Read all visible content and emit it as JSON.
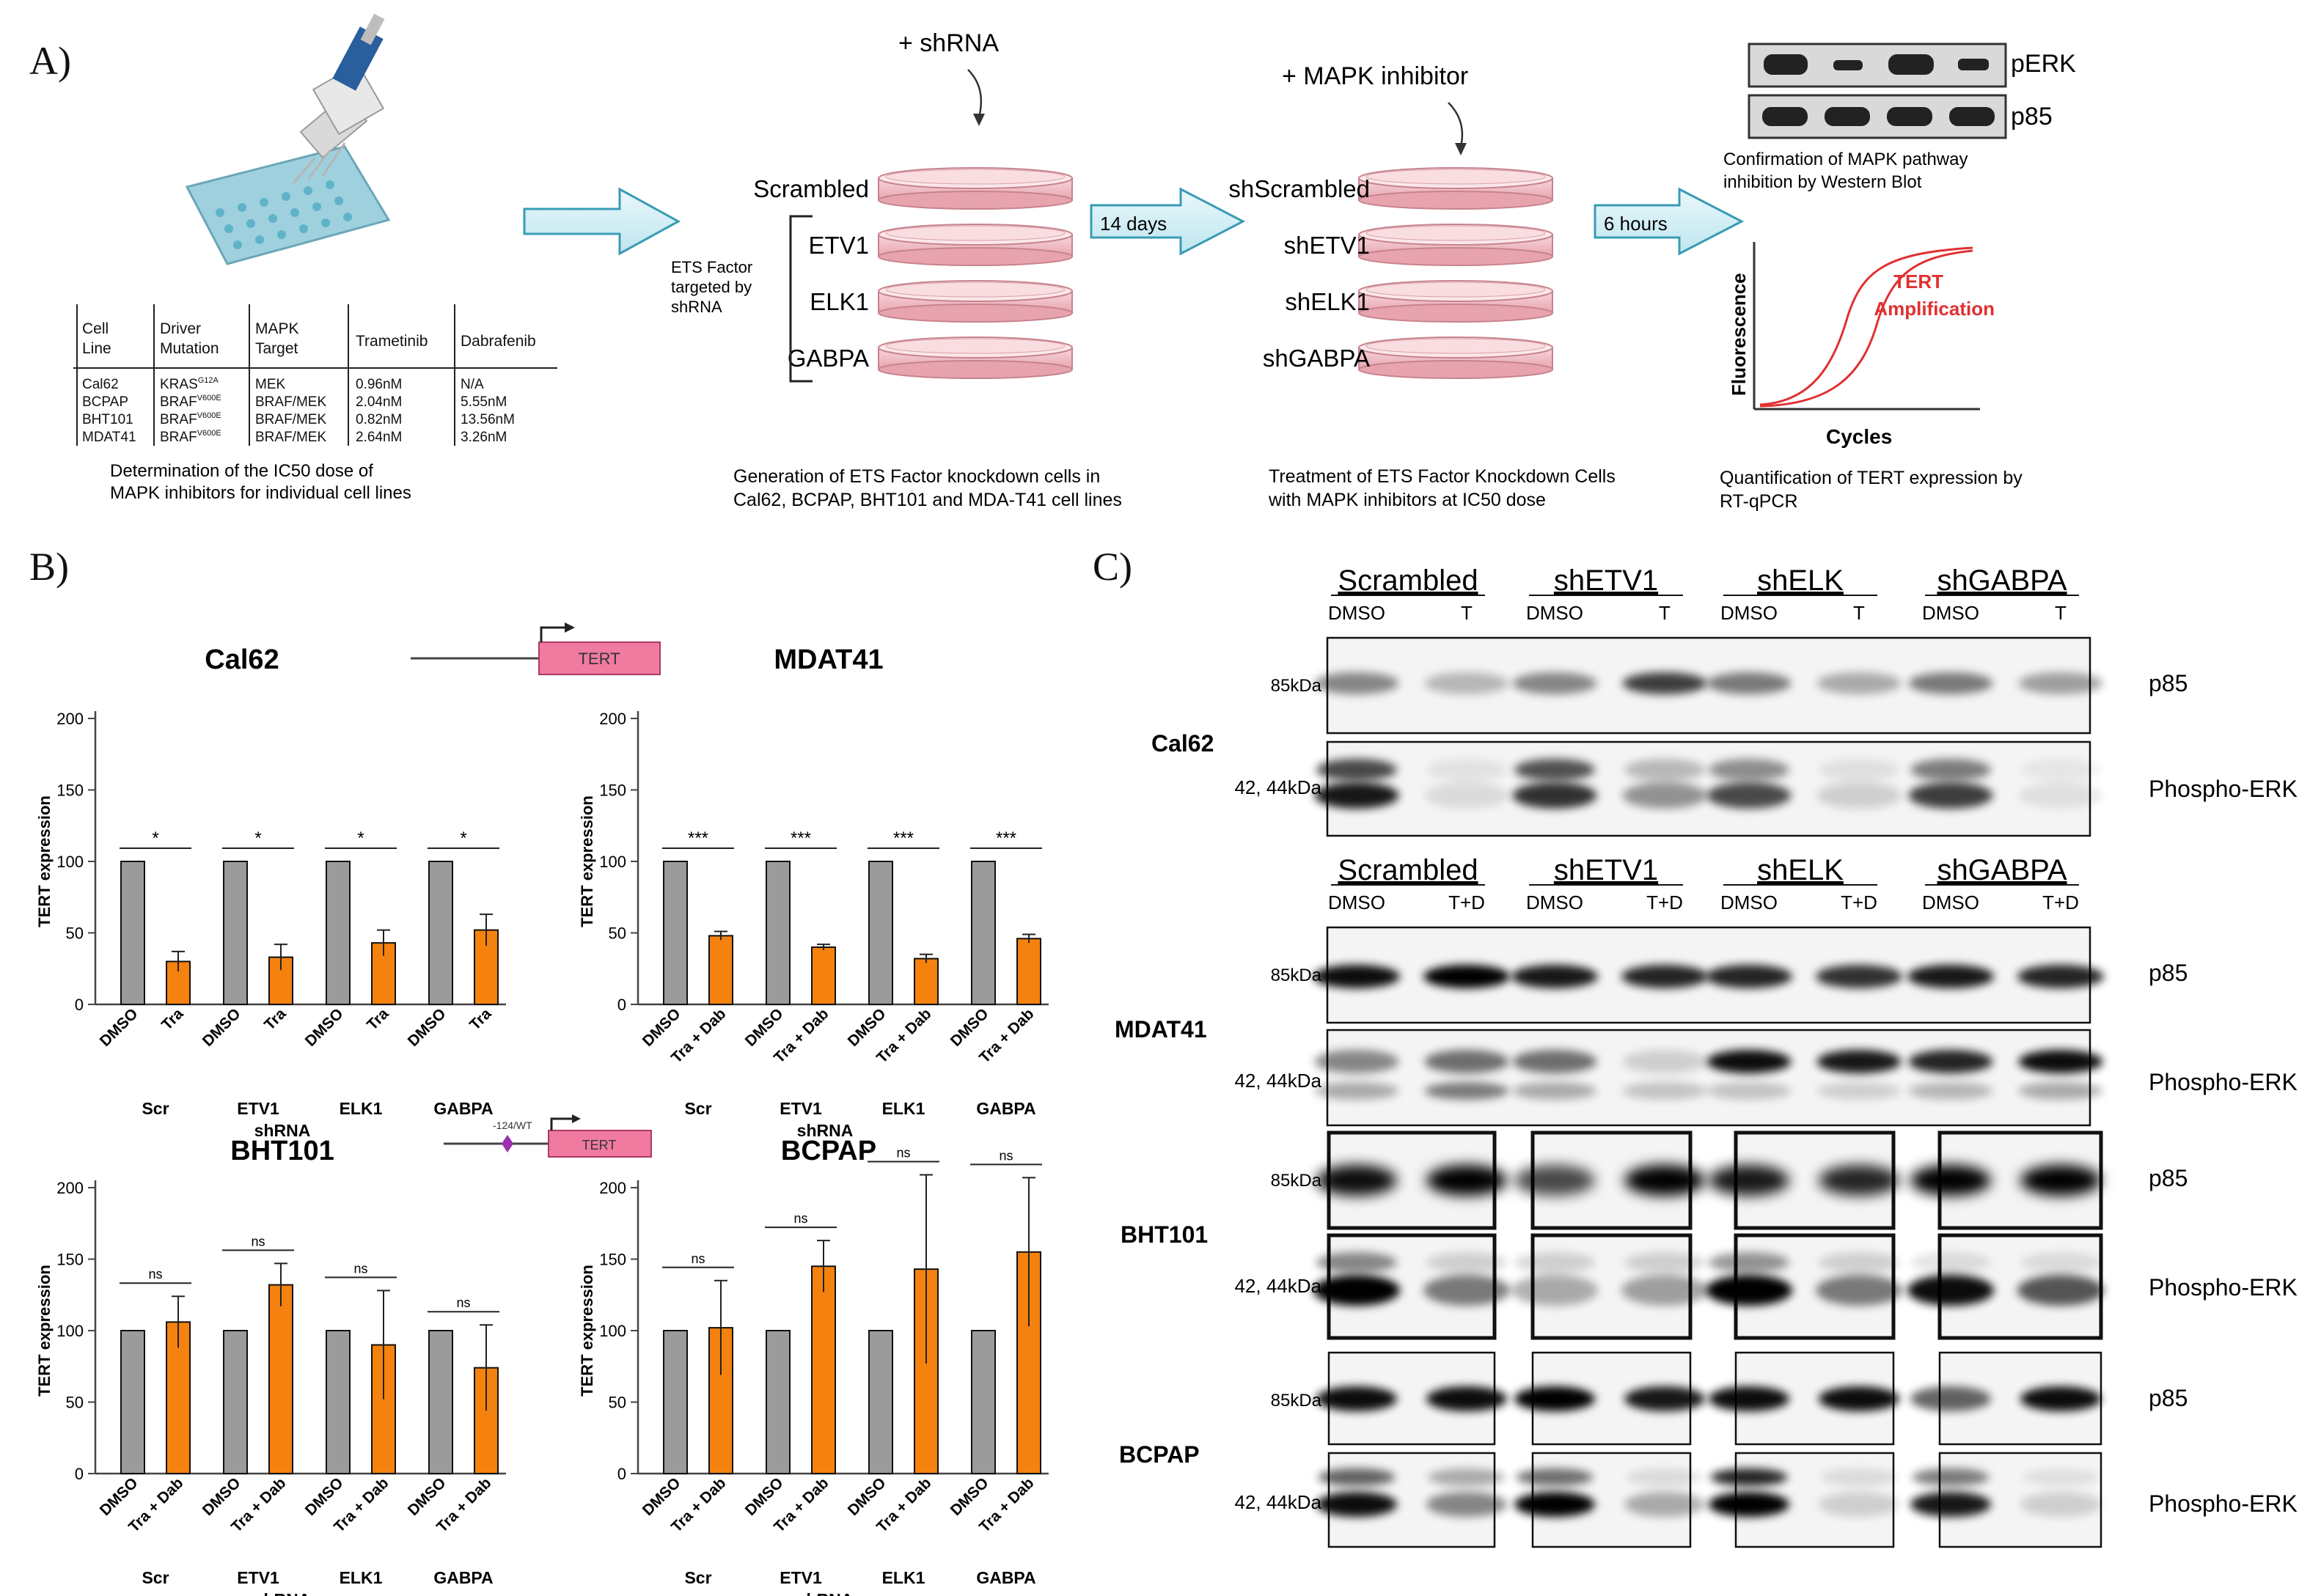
{
  "panels": {
    "a": "A)",
    "b": "B)",
    "c": "C)"
  },
  "panel_a": {
    "table": {
      "headers": [
        [
          "Cell",
          "Line"
        ],
        [
          "Driver",
          "Mutation"
        ],
        [
          "MAPK",
          "Target"
        ],
        [
          "Trametinib"
        ],
        [
          "Dabrafenib"
        ]
      ],
      "rows": [
        {
          "cell": "Cal62",
          "mut": "KRAS",
          "sup": "G12A",
          "target": "MEK",
          "tra": "0.96nM",
          "dab": "N/A"
        },
        {
          "cell": "BCPAP",
          "mut": "BRAF",
          "sup": "V600E",
          "target": "BRAF/MEK",
          "tra": "2.04nM",
          "dab": "5.55nM"
        },
        {
          "cell": "BHT101",
          "mut": "BRAF",
          "sup": "V600E",
          "target": "BRAF/MEK",
          "tra": "0.82nM",
          "dab": "13.56nM"
        },
        {
          "cell": "MDAT41",
          "mut": "BRAF",
          "sup": "V600E",
          "target": "BRAF/MEK",
          "tra": "2.64nM",
          "dab": "3.26nM"
        }
      ]
    },
    "step1_caption": [
      "Determination of the IC50 dose of",
      "MAPK inhibitors for individual  cell lines"
    ],
    "shrna_label": "+ shRNA",
    "dishes1": [
      "Scrambled",
      "ETV1",
      "ELK1",
      "GABPA"
    ],
    "ets_label": [
      "ETS Factor",
      "targeted by",
      "shRNA"
    ],
    "arrow1_label": "14 days",
    "step2_caption": [
      "Generation of ETS Factor knockdown cells in",
      "Cal62, BCPAP, BHT101 and MDA-T41 cell lines"
    ],
    "mapk_label": "+ MAPK inhibitor",
    "dishes2": [
      "shScrambled",
      "shETV1",
      "shELK1",
      "shGABPA"
    ],
    "arrow2_label": "6 hours",
    "step3_caption": [
      "Treatment of ETS Factor Knockdown Cells",
      "with MAPK inhibitors at IC50 dose"
    ],
    "wb_labels": [
      "pERK",
      "p85"
    ],
    "wb_caption": [
      "Confirmation of MAPK pathway",
      "inhibition by Western Blot"
    ],
    "qpcr": {
      "ylabel": "Fluorescence",
      "xlabel": "Cycles",
      "curve_label": [
        "TERT",
        "Amplification"
      ]
    },
    "step4_caption": [
      "Quantification of TERT  expression  by",
      "RT-qPCR"
    ]
  },
  "panel_b": {
    "tert_gene_label": "TERT",
    "promoter_label": "-124/WT",
    "colors": {
      "control": "#9b9b9b",
      "treated": "#f5820f"
    },
    "chart_data": [
      {
        "type": "bar",
        "title": "Cal62",
        "ylabel": "TERT expression",
        "xlabel": "shRNA",
        "ylim": [
          0,
          200
        ],
        "yticks": [
          0,
          50,
          100,
          150,
          200
        ],
        "categories": [
          "Scr",
          "ETV1",
          "ELK1",
          "GABPA"
        ],
        "bar_labels": [
          "DMSO",
          "Tra"
        ],
        "control": [
          100,
          100,
          100,
          100
        ],
        "treated": [
          30,
          33,
          43,
          52
        ],
        "err": [
          7,
          9,
          9,
          11
        ],
        "sig": [
          "*",
          "*",
          "*",
          "*"
        ]
      },
      {
        "type": "bar",
        "title": "MDAT41",
        "ylabel": "TERT expression",
        "xlabel": "shRNA",
        "ylim": [
          0,
          200
        ],
        "yticks": [
          0,
          50,
          100,
          150,
          200
        ],
        "categories": [
          "Scr",
          "ETV1",
          "ELK1",
          "GABPA"
        ],
        "bar_labels": [
          "DMSO",
          "Tra + Dab"
        ],
        "control": [
          100,
          100,
          100,
          100
        ],
        "treated": [
          48,
          40,
          32,
          46
        ],
        "err": [
          3,
          2,
          3,
          3
        ],
        "sig": [
          "***",
          "***",
          "***",
          "***"
        ]
      },
      {
        "type": "bar",
        "title": "BHT101",
        "ylabel": "TERT expression",
        "xlabel": "shRNA",
        "ylim": [
          0,
          200
        ],
        "yticks": [
          0,
          50,
          100,
          150,
          200
        ],
        "categories": [
          "Scr",
          "ETV1",
          "ELK1",
          "GABPA"
        ],
        "bar_labels": [
          "DMSO",
          "Tra + Dab"
        ],
        "control": [
          100,
          100,
          100,
          100
        ],
        "treated": [
          106,
          132,
          90,
          74
        ],
        "err": [
          18,
          15,
          38,
          30
        ],
        "sig": [
          "ns",
          "ns",
          "ns",
          "ns"
        ]
      },
      {
        "type": "bar",
        "title": "BCPAP",
        "ylabel": "TERT expression",
        "xlabel": "shRNA",
        "ylim": [
          0,
          200
        ],
        "yticks": [
          0,
          50,
          100,
          150,
          200
        ],
        "categories": [
          "Scr",
          "ETV1",
          "ELK1",
          "GABPA"
        ],
        "bar_labels": [
          "DMSO",
          "Tra + Dab"
        ],
        "control": [
          100,
          100,
          100,
          100
        ],
        "treated": [
          102,
          145,
          143,
          155
        ],
        "err": [
          33,
          18,
          66,
          52
        ],
        "sig": [
          "ns",
          "ns",
          "ns",
          "ns"
        ]
      }
    ]
  },
  "panel_c": {
    "groups": [
      "Scrambled",
      "shETV1",
      "shELK",
      "shGABPA"
    ],
    "cond_cal62": [
      "DMSO",
      "T"
    ],
    "cond_other": [
      "DMSO",
      "T+D"
    ],
    "cell_lines": [
      "Cal62",
      "MDAT41",
      "BHT101",
      "BCPAP"
    ],
    "mw_p85": "85kDa",
    "mw_perk": "42, 44kDa",
    "band_p85": "p85",
    "band_perk": "Phospho-ERK"
  }
}
